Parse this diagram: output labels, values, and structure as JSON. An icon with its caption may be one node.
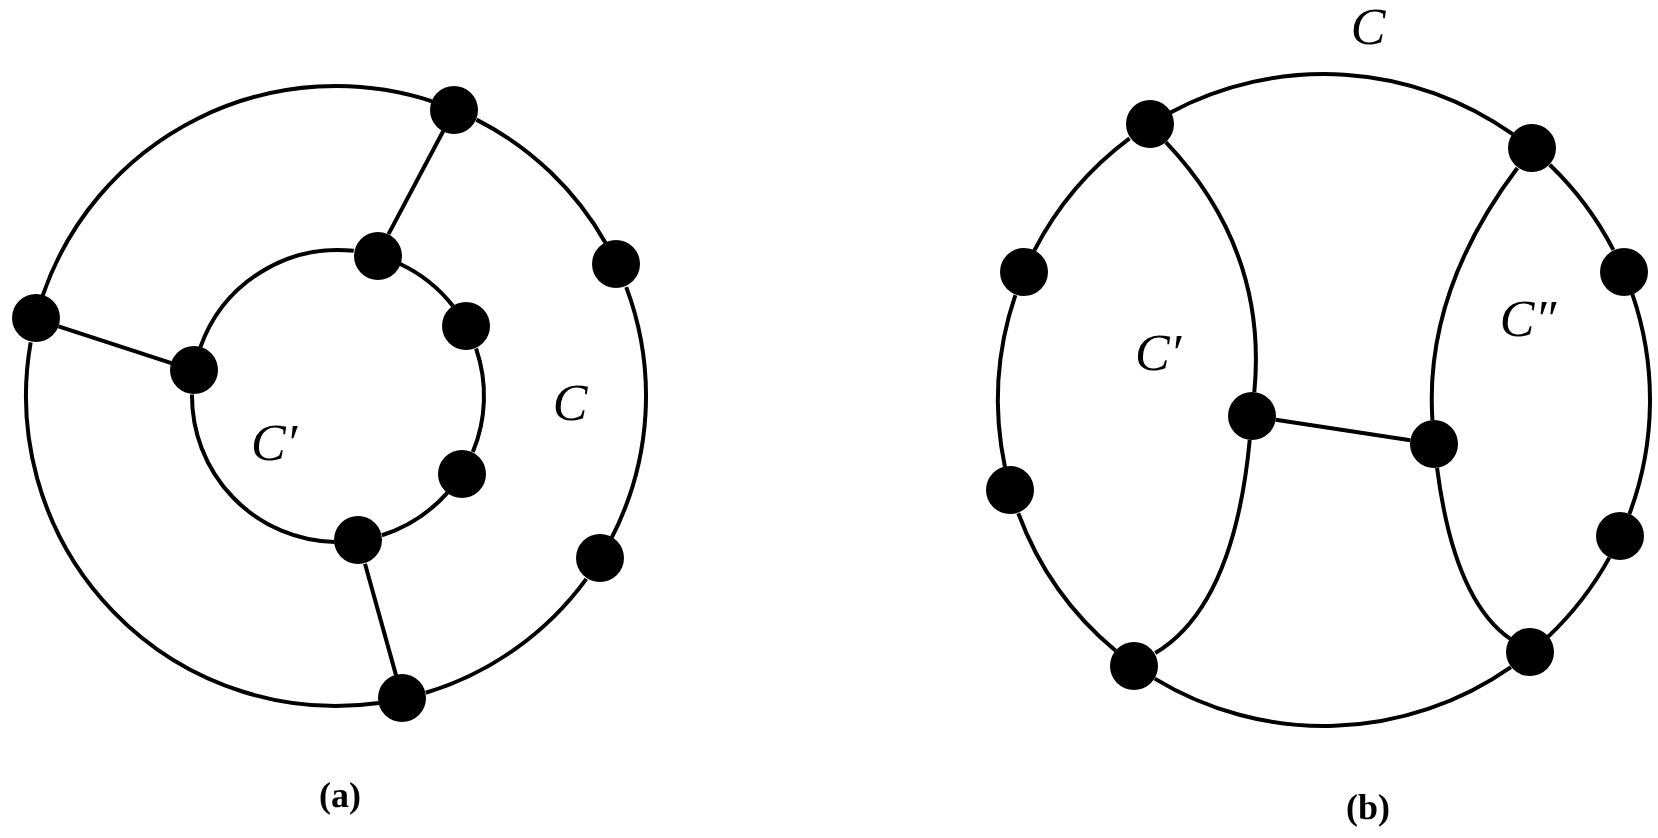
{
  "diagram": {
    "nodes": [
      {
        "text": [],
        "shape": "circle"
      },
      {
        "text": [],
        "shape": "circle"
      },
      {
        "text": [],
        "shape": "circle"
      },
      {
        "text": [],
        "shape": "circle"
      },
      {
        "text": [],
        "shape": "circle"
      },
      {
        "text": [],
        "shape": "circle"
      },
      {
        "text": [],
        "shape": "circle"
      },
      {
        "text": [],
        "shape": "circle"
      },
      {
        "text": [],
        "shape": "circle"
      },
      {
        "text": [],
        "shape": "circle"
      },
      {
        "text": [],
        "shape": "circle"
      },
      {
        "text": [],
        "shape": "circle"
      },
      {
        "text": [],
        "shape": "circle"
      },
      {
        "text": [],
        "shape": "circle"
      },
      {
        "text": [],
        "shape": "circle"
      },
      {
        "text": [],
        "shape": "circle"
      },
      {
        "text": [],
        "shape": "circle"
      },
      {
        "text": [],
        "shape": "circle"
      },
      {
        "text": [],
        "shape": "circle"
      },
      {
        "text": [],
        "shape": "circle"
      }
    ],
    "edges": [
      {
        "from": 0,
        "to": 1,
        "arrow": "none"
      },
      {
        "from": 1,
        "to": 2,
        "arrow": "none"
      },
      {
        "from": 2,
        "to": 3,
        "arrow": "none"
      },
      {
        "from": 3,
        "to": 4,
        "arrow": "none"
      },
      {
        "from": 4,
        "to": 0,
        "arrow": "none"
      },
      {
        "from": 5,
        "to": 6,
        "arrow": "none"
      },
      {
        "from": 6,
        "to": 7,
        "arrow": "none"
      },
      {
        "from": 7,
        "to": 8,
        "arrow": "none"
      },
      {
        "from": 8,
        "to": 9,
        "arrow": "none"
      },
      {
        "from": 9,
        "to": 5,
        "arrow": "none"
      },
      {
        "from": 0,
        "to": 5,
        "arrow": "none"
      },
      {
        "from": 3,
        "to": 8,
        "arrow": "none"
      },
      {
        "from": 4,
        "to": 9,
        "arrow": "none"
      },
      {
        "from": 10,
        "to": 11,
        "arrow": "none"
      },
      {
        "from": 11,
        "to": 12,
        "arrow": "none"
      },
      {
        "from": 12,
        "to": 13,
        "arrow": "none"
      },
      {
        "from": 13,
        "to": 14,
        "arrow": "none"
      },
      {
        "from": 14,
        "to": 15,
        "arrow": "none"
      },
      {
        "from": 15,
        "to": 16,
        "arrow": "none"
      },
      {
        "from": 16,
        "to": 17,
        "arrow": "none"
      },
      {
        "from": 17,
        "to": 10,
        "arrow": "none"
      },
      {
        "from": 10,
        "to": 18,
        "arrow": "none"
      },
      {
        "from": 18,
        "to": 15,
        "arrow": "none"
      },
      {
        "from": 11,
        "to": 19,
        "arrow": "none"
      },
      {
        "from": 19,
        "to": 14,
        "arrow": "none"
      },
      {
        "from": 18,
        "to": 19,
        "arrow": "none"
      }
    ],
    "labels": [
      "C′",
      "C",
      "(a)",
      "C",
      "C′",
      "C″",
      "(b)"
    ]
  }
}
